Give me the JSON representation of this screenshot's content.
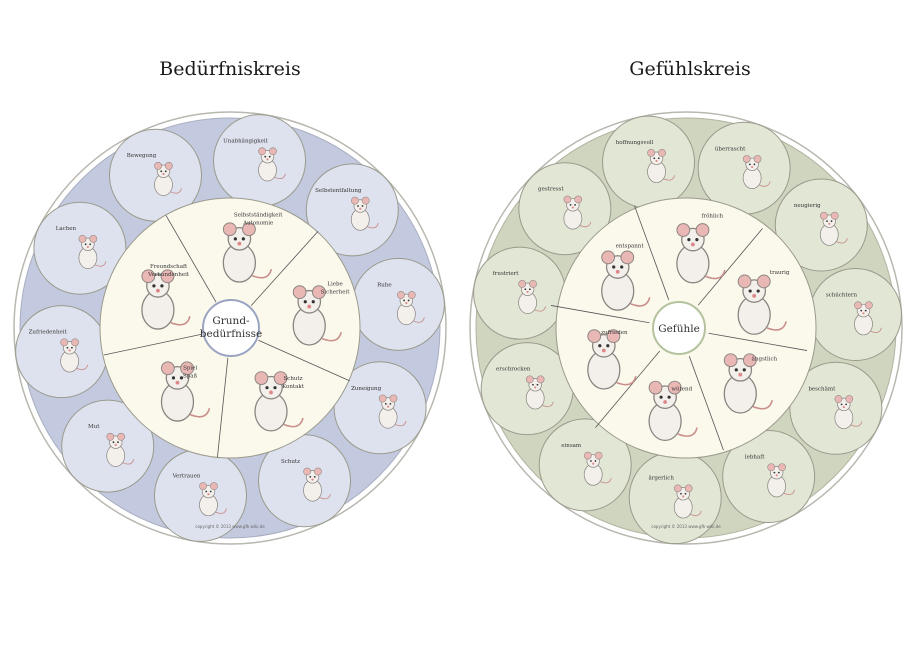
{
  "colors": {
    "left_ring": "#c3cadf",
    "left_petal": "#dde2ee",
    "right_ring": "#cfd5bf",
    "right_petal": "#e2e6d5",
    "inner_fill": "#fbf8ec",
    "outline": "#9a9a8c",
    "mouse_body": "#f3f0ec",
    "mouse_ear": "#e9b7b4"
  },
  "left_wheel": {
    "title": "Bedürfniskreis",
    "center_label_line1": "Grund-",
    "center_label_line2": "bedürfnisse",
    "inner_labels": [
      "Selbstständigkeit",
      "Autonomie",
      "Liebe",
      "Sicherheit",
      "Schutz",
      "Kontakt",
      "Spiel",
      "Spaß",
      "Freundschaft",
      "Verbundenheit"
    ],
    "outer_labels": [
      "Unabhängigkeit",
      "Selbstentfaltung",
      "Ruhe",
      "Zuneigung",
      "Schutz",
      "Vertrauen",
      "Mut",
      "Zufriedenheit",
      "Lachen",
      "Bewegung"
    ],
    "copyright": "copyright © 2013 www.gfk-wiki.de"
  },
  "right_wheel": {
    "title": "Gefühlskreis",
    "center_label": "Gefühle",
    "inner_labels": [
      "fröhlich",
      "traurig",
      "ängstlich",
      "wütend",
      "zufrieden",
      "entspannt"
    ],
    "outer_labels": [
      "überrascht",
      "neugierig",
      "schüchtern",
      "beschämt",
      "lebhaft",
      "ärgerlich",
      "einsam",
      "erschrocken",
      "frustriert",
      "gestresst",
      "hoffnungsvoll"
    ],
    "copyright": "copyright © 2013 www.gfk-wiki.de"
  }
}
